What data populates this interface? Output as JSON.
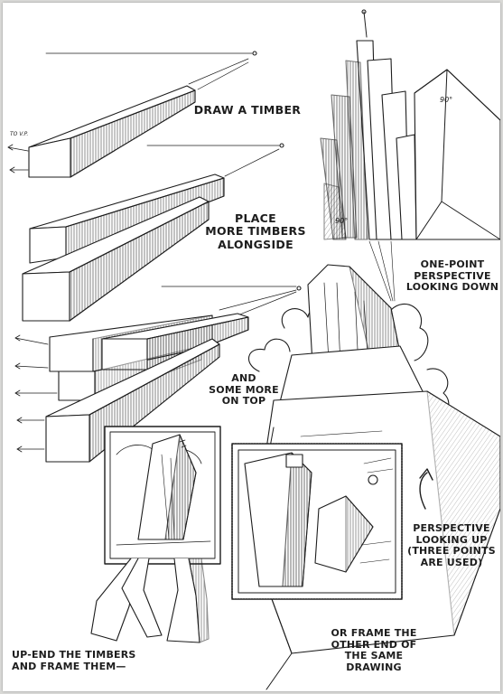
{
  "captions": {
    "draw_timber": "DRAW A TIMBER",
    "place_more": "PLACE\nMORE TIMBERS\nALONGSIDE",
    "some_more": "AND\nSOME MORE\nON TOP",
    "one_point": "ONE-POINT\nPERSPECTIVE\nLOOKING DOWN",
    "looking_up": "PERSPECTIVE\nLOOKING UP\n(THREE POINTS\nARE USED)",
    "up_end": "UP-END THE TIMBERS\nAND FRAME THEM—",
    "or_frame": "OR FRAME THE\nOTHER END OF\nTHE SAME\nDRAWING"
  },
  "labels": {
    "to_vp": "TO V.P.",
    "angle_top": "90°",
    "angle_bottom": "90°"
  },
  "colors": {
    "ink": "#1d1d1d",
    "paper": "#ffffff",
    "border": "#d9d9d6"
  }
}
